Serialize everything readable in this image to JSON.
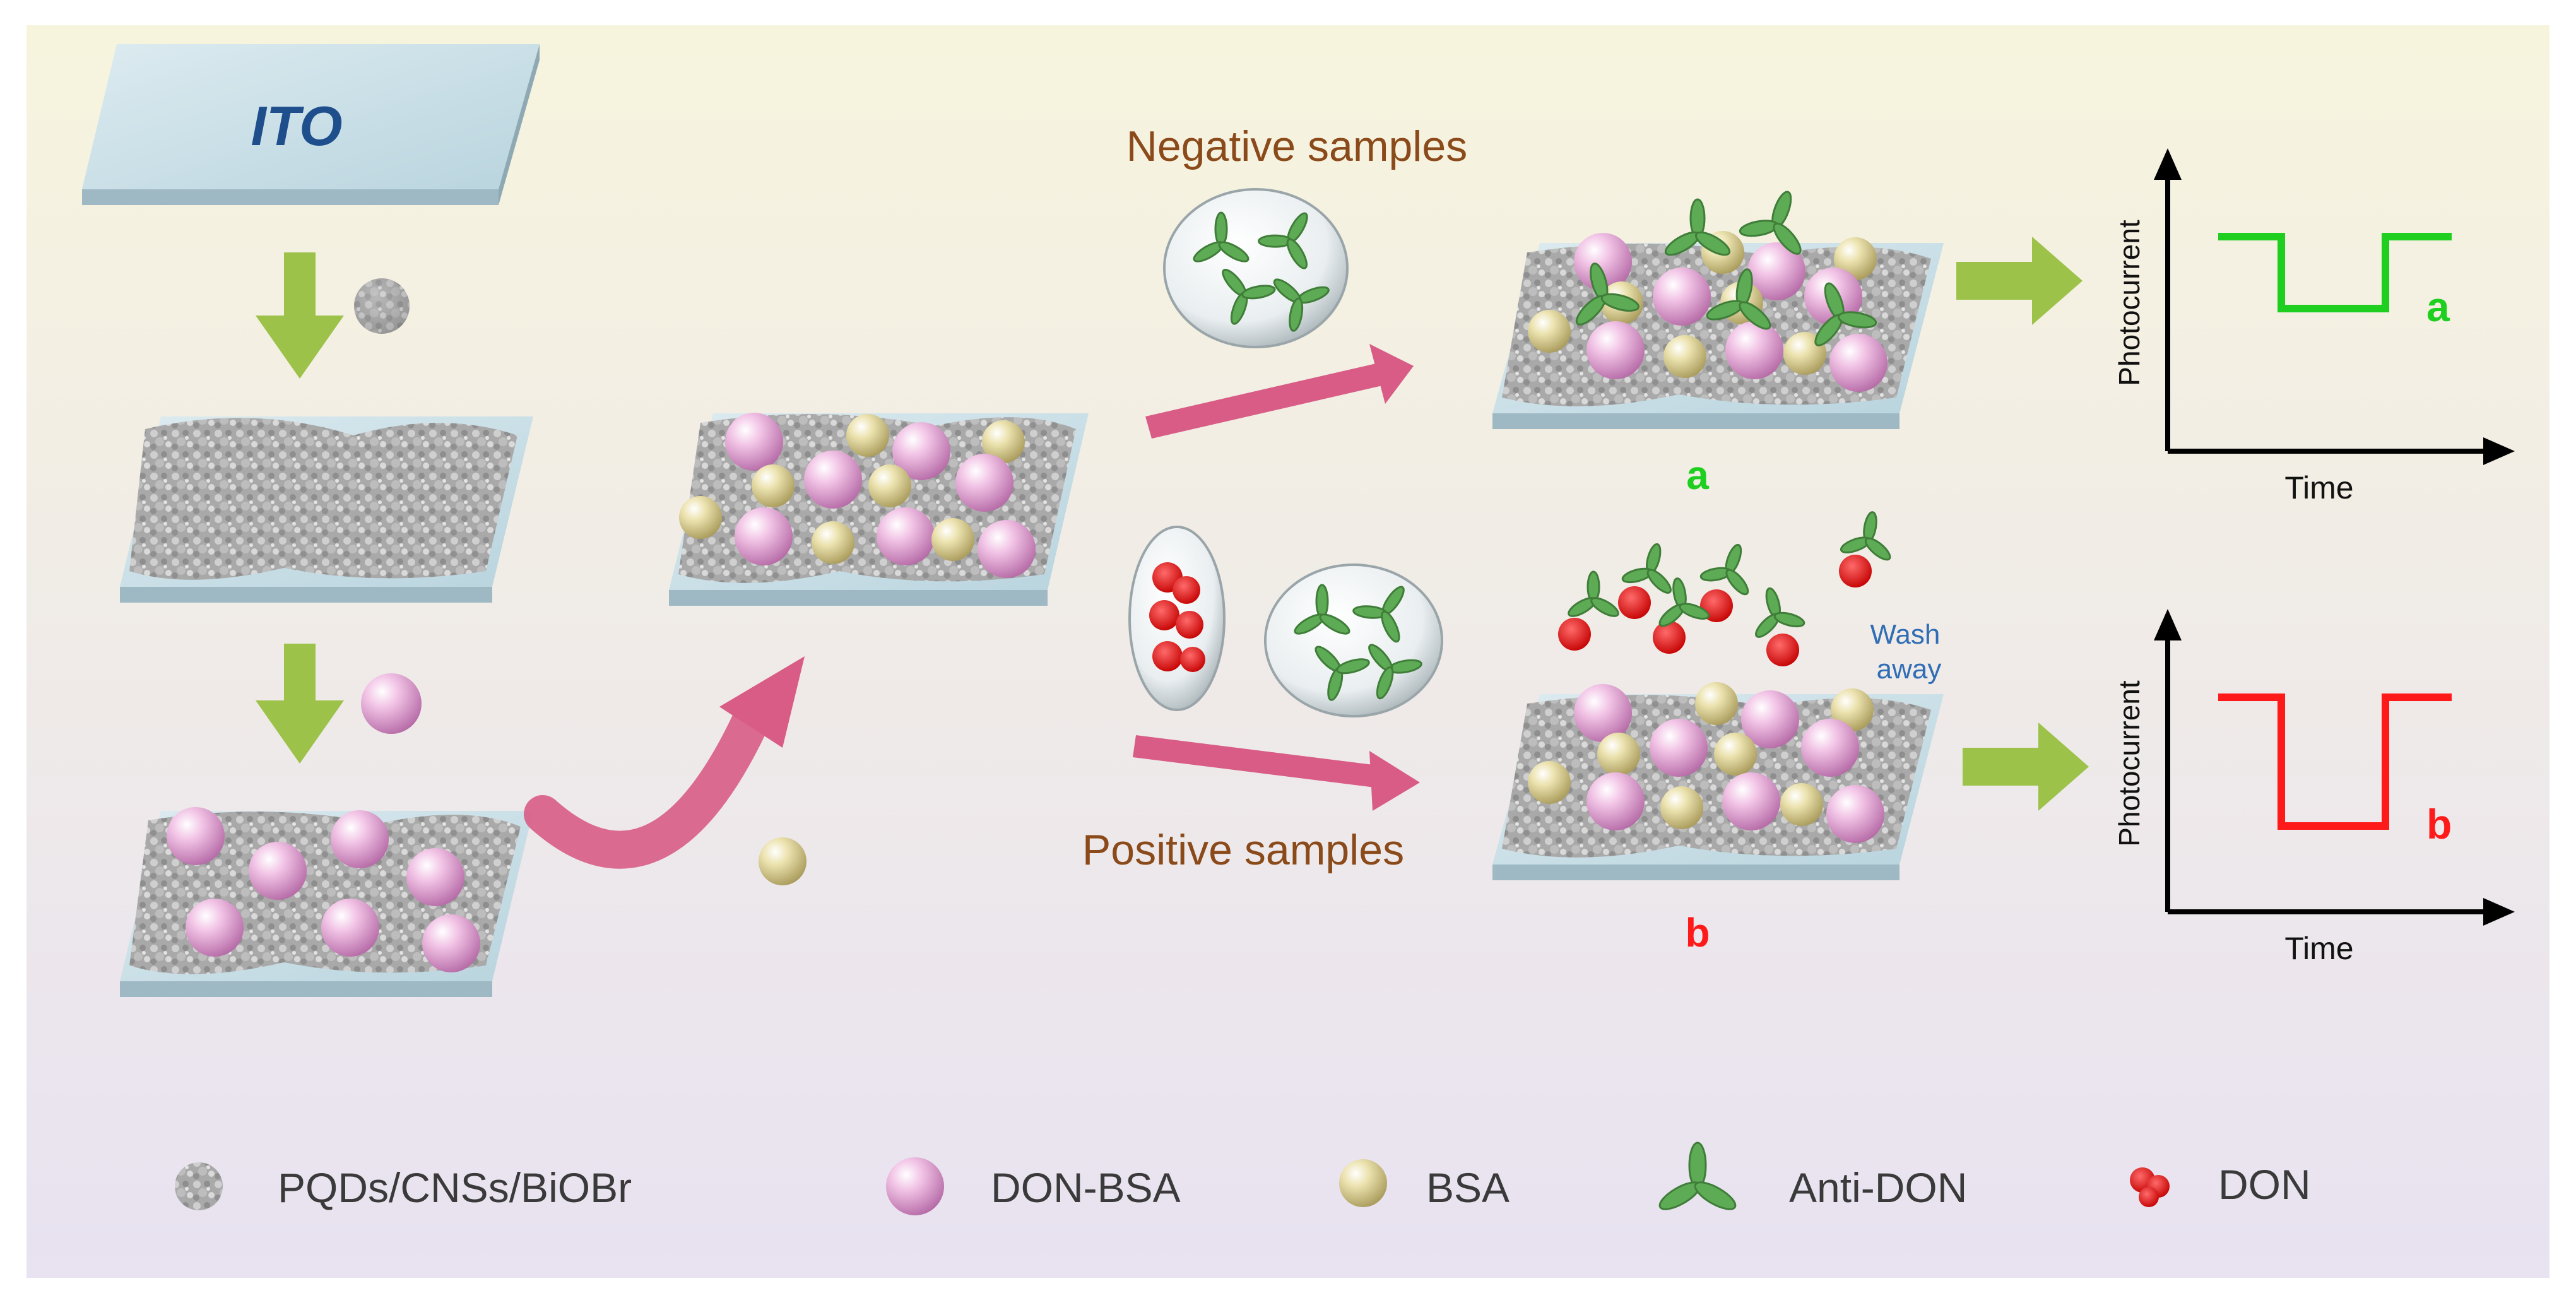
{
  "labels": {
    "ito": "ITO",
    "negative_samples": "Negative samples",
    "positive_samples": "Positive samples",
    "wash_away": [
      "Wash",
      "away"
    ],
    "electrode_a": "a",
    "electrode_b": "b"
  },
  "graphs": [
    {
      "ylabel": "Photocurrent",
      "xlabel": "Time",
      "tag": "a",
      "color": "#1fcf1f",
      "drop": 0.38
    },
    {
      "ylabel": "Photocurrent",
      "xlabel": "Time",
      "tag": "b",
      "color": "#ff1a1a",
      "drop": 0.68
    }
  ],
  "legend": [
    {
      "icon": "pqds-cluster-icon",
      "label": "PQDs/CNSs/BiOBr"
    },
    {
      "icon": "don-bsa-sphere-icon",
      "label": "DON-BSA"
    },
    {
      "icon": "bsa-sphere-icon",
      "label": "BSA"
    },
    {
      "icon": "antibody-icon",
      "label": "Anti-DON"
    },
    {
      "icon": "don-icon",
      "label": "DON"
    }
  ],
  "colors": {
    "background_top": "#f6f3df",
    "background_bottom": "#e9e3f1",
    "ito_text": "#1f4e8c",
    "negative_text": "#8a4a1a",
    "positive_text": "#8a4a1a",
    "electrode_a": "#1fcf1f",
    "electrode_b": "#ff1a1a",
    "wash_text": "#2f6db5",
    "process_arrow": "#9cc24a",
    "pink_arrow": "#d85c86"
  }
}
